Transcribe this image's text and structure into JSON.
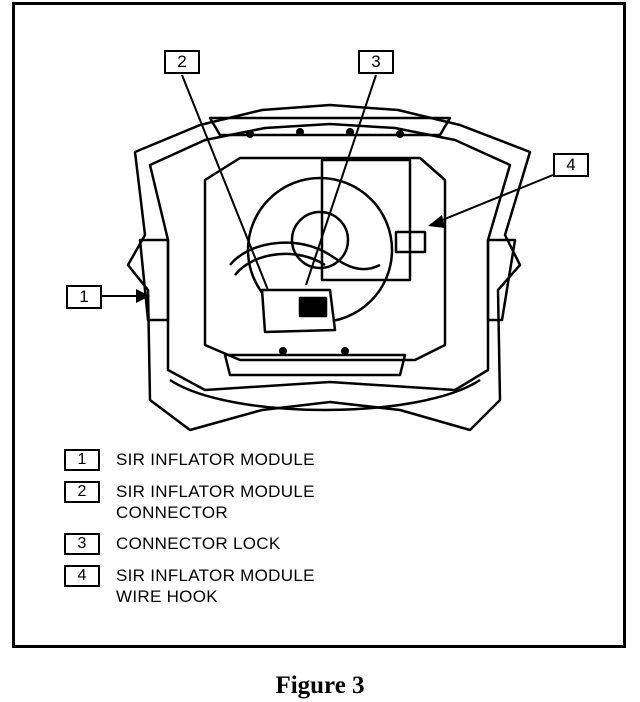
{
  "callouts": [
    {
      "number": "1"
    },
    {
      "number": "2"
    },
    {
      "number": "3"
    },
    {
      "number": "4"
    }
  ],
  "legend": [
    {
      "number": "1",
      "text": "SIR INFLATOR MODULE"
    },
    {
      "number": "2",
      "text": "SIR INFLATOR MODULE\nCONNECTOR"
    },
    {
      "number": "3",
      "text": "CONNECTOR LOCK"
    },
    {
      "number": "4",
      "text": "SIR INFLATOR MODULE\nWIRE HOOK"
    }
  ],
  "caption": "Figure 3"
}
